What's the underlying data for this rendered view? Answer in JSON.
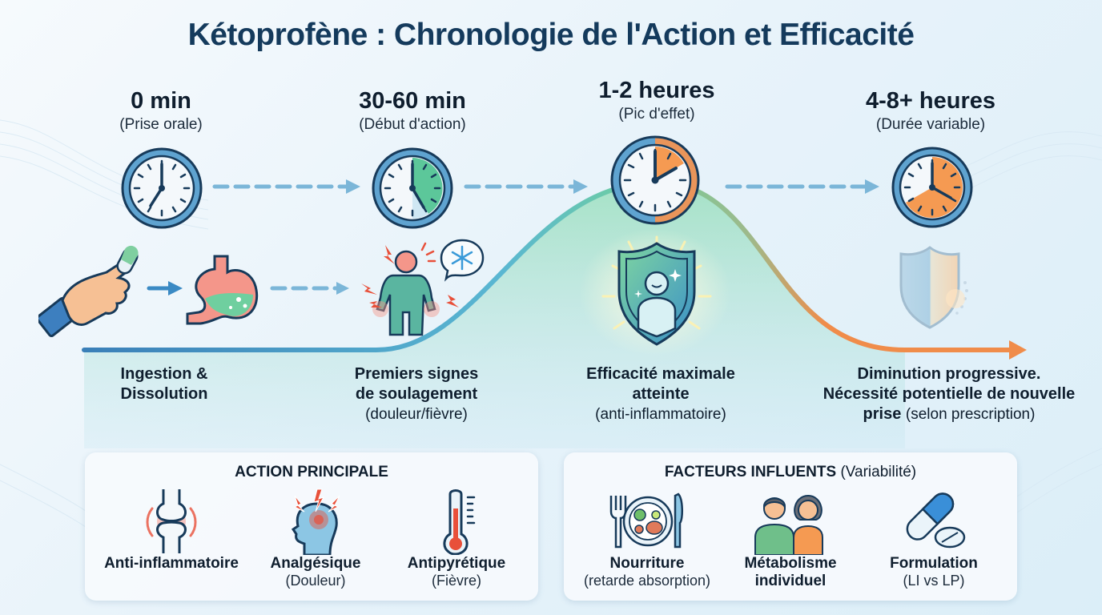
{
  "title": "Kétoprofène : Chronologie de l'Action et Efficacité",
  "colors": {
    "title": "#143a5c",
    "curve_start": "#3a7fb8",
    "curve_peak": "#6fcf9f",
    "curve_end": "#f08c4a",
    "clock_ring": "#5fa3d0",
    "clock_outline": "#173a5a",
    "onset_fill": "#5cc79a",
    "peak_fill": "#f59a52",
    "pain_red": "#e8503a",
    "dashed_arrow": "#7bb6d8"
  },
  "timeline": {
    "stages": [
      {
        "time": "0 min",
        "subtitle": "(Prise orale)",
        "clock_icon": "clock-7-oclock",
        "illustration": [
          "hand-pill-icon",
          "arrow-right-icon",
          "stomach-icon"
        ],
        "caption_lines": [
          "Ingestion &",
          "Dissolution"
        ]
      },
      {
        "time": "30-60 min",
        "subtitle": "(Début d'action)",
        "clock_icon": "clock-onset-green",
        "illustration": [
          "person-pain-relief-icon",
          "snowflake-bubble-icon"
        ],
        "caption_lines": [
          "Premiers signes",
          "de soulagement"
        ],
        "caption_note": "(douleur/fièvre)"
      },
      {
        "time": "1-2 heures",
        "subtitle": "(Pic d'effet)",
        "clock_icon": "clock-peak-orange",
        "illustration": [
          "shield-person-glow-icon"
        ],
        "caption_lines": [
          "Efficacité maximale",
          "atteinte"
        ],
        "caption_note": "(anti-inflammatoire)"
      },
      {
        "time": "4-8+ heures",
        "subtitle": "(Durée variable)",
        "clock_icon": "clock-duration-orange",
        "illustration": [
          "fading-shield-icon"
        ],
        "caption_lines": [
          "Diminution progressive.",
          "Nécessité potentielle de nouvelle"
        ],
        "caption_bold_tail": "prise",
        "caption_note": "(selon prescription)"
      }
    ]
  },
  "action_panel": {
    "title": "ACTION PRINCIPALE",
    "items": [
      {
        "icon": "inflamed-joint-icon",
        "label": "Anti-inflammatoire",
        "sub": ""
      },
      {
        "icon": "head-pain-icon",
        "label": "Analgésique",
        "sub": "(Douleur)"
      },
      {
        "icon": "thermometer-icon",
        "label": "Antipyrétique",
        "sub": "(Fièvre)"
      }
    ]
  },
  "factors_panel": {
    "title": "FACTEURS INFLUENTS",
    "title_note": "(Variabilité)",
    "items": [
      {
        "icon": "plate-fork-knife-icon",
        "label": "Nourriture",
        "sub": "(retarde absorption)"
      },
      {
        "icon": "two-people-icon",
        "label": "Métabolisme",
        "sub": "individuel",
        "sub_bold": true
      },
      {
        "icon": "capsule-tablet-icon",
        "label": "Formulation",
        "sub": "(LI vs LP)"
      }
    ]
  }
}
